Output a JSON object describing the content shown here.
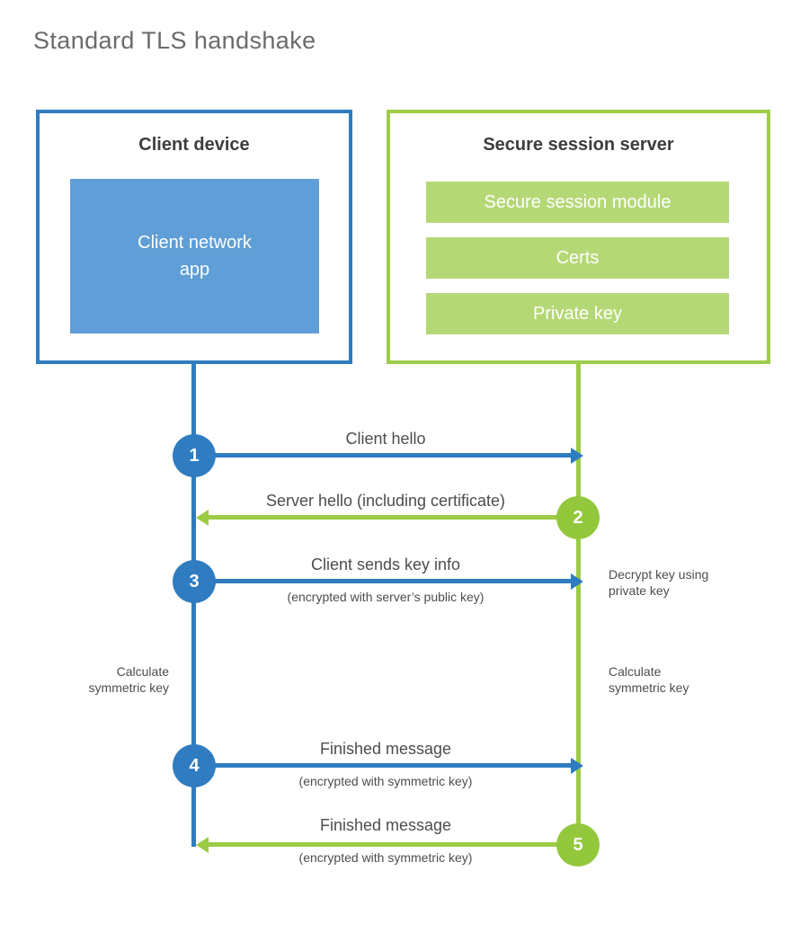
{
  "title": "Standard TLS handshake",
  "colors": {
    "client_stroke": "#2f7cc0",
    "client_fill": "#5f9ed6",
    "server_stroke": "#9ecd4a",
    "server_fill": "#b4d876"
  },
  "client": {
    "title": "Client device",
    "module": "Client network\napp"
  },
  "server": {
    "title": "Secure session server",
    "modules": [
      "Secure session module",
      "Certs",
      "Private key"
    ]
  },
  "steps": [
    {
      "num": "1",
      "label": "Client hello",
      "sub": "",
      "direction": "client-to-server"
    },
    {
      "num": "2",
      "label": "Server hello (including certificate)",
      "sub": "",
      "direction": "server-to-client"
    },
    {
      "num": "3",
      "label": "Client sends key info",
      "sub": "(encrypted with server’s public key)",
      "direction": "client-to-server"
    },
    {
      "num": "4",
      "label": "Finished message",
      "sub": "(encrypted with symmetric key)",
      "direction": "client-to-server"
    },
    {
      "num": "5",
      "label": "Finished message",
      "sub": "(encrypted with symmetric key)",
      "direction": "server-to-client"
    }
  ],
  "notes": {
    "decrypt": "Decrypt key using\nprivate key",
    "calc_left": "Calculate\nsymmetric key",
    "calc_right": "Calculate\nsymmetric key"
  }
}
